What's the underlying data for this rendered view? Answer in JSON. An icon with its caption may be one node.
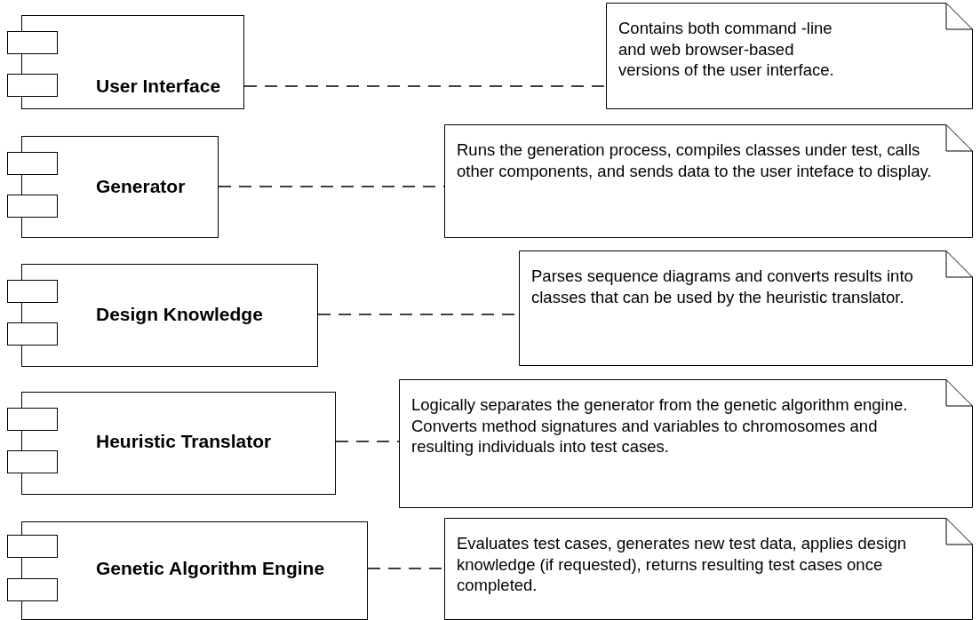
{
  "diagram": {
    "nodes": [
      {
        "text": [
          "User Interface"
        ]
      },
      {
        "text": [
          "Contains both command -line and web browser-based versions of the user interface."
        ]
      },
      {
        "text": [
          "Generator"
        ]
      },
      {
        "text": [
          "Runs the generation process, compiles classes under test, calls other components, and sends data to the user inteface to display."
        ]
      },
      {
        "text": [
          "Design Knowledge"
        ]
      },
      {
        "text": [
          "Parses sequence diagrams and converts results into classes that can be used by the heuristic translator."
        ]
      },
      {
        "text": [
          "Heuristic Translator"
        ]
      },
      {
        "text": [
          "Logically separates the generator from the genetic algorithm engine. Converts method signatures and variables to chromosomes and resulting individuals into test cases."
        ]
      },
      {
        "text": [
          "Genetic Algorithm Engine"
        ]
      },
      {
        "text": [
          "Evaluates test cases, generates new test data, applies design knowledge (if requested), returns resulting test cases once completed."
        ]
      }
    ],
    "edges": [
      {
        "from": 0,
        "to": 1,
        "arrow": "none",
        "style": "dashed"
      },
      {
        "from": 2,
        "to": 3,
        "arrow": "none",
        "style": "dashed"
      },
      {
        "from": 4,
        "to": 5,
        "arrow": "none",
        "style": "dashed"
      },
      {
        "from": 6,
        "to": 7,
        "arrow": "none",
        "style": "dashed"
      },
      {
        "from": 8,
        "to": 9,
        "arrow": "none",
        "style": "dashed"
      }
    ]
  }
}
